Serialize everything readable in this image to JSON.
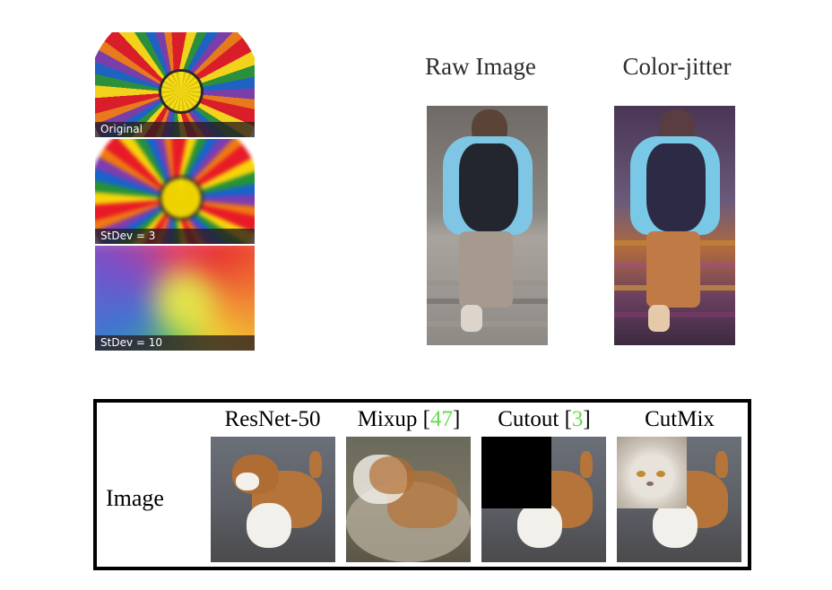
{
  "blur_panels": [
    {
      "caption": "Original"
    },
    {
      "caption": "StDev = 3"
    },
    {
      "caption": "StDev = 10"
    }
  ],
  "jitter": {
    "raw_title": "Raw Image",
    "jitter_title": "Color-jitter"
  },
  "table": {
    "row_label": "Image",
    "columns": [
      {
        "name": "ResNet-50",
        "cite": ""
      },
      {
        "name": "Mixup [",
        "cite": "47",
        "close": "]"
      },
      {
        "name": "Cutout [",
        "cite": "3",
        "close": "]"
      },
      {
        "name": "CutMix",
        "cite": ""
      }
    ],
    "cite_color": "#66d94a",
    "border_color": "#000000"
  }
}
